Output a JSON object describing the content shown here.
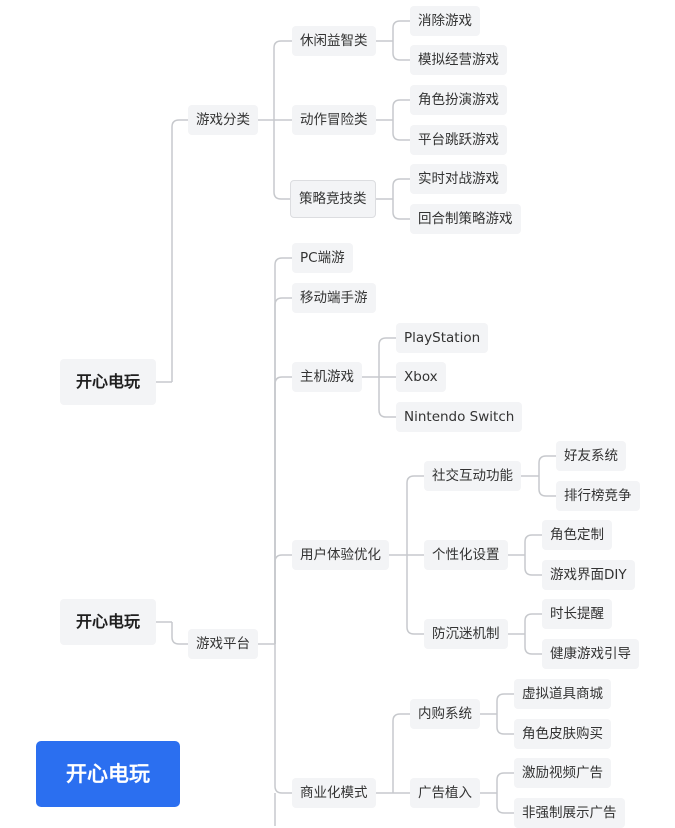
{
  "roots": [
    "开心电玩",
    "开心电玩",
    "开心电玩"
  ],
  "categories": {
    "label": "游戏分类",
    "children": [
      {
        "label": "休闲益智类",
        "children": [
          "消除游戏",
          "模拟经营游戏"
        ]
      },
      {
        "label": "动作冒险类",
        "children": [
          "角色扮演游戏",
          "平台跳跃游戏"
        ]
      },
      {
        "label": "策略竞技类",
        "children": [
          "实时对战游戏",
          "回合制策略游戏"
        ]
      }
    ]
  },
  "platforms": {
    "label": "游戏平台",
    "pc": "PC端游",
    "mobile": "移动端手游",
    "console": {
      "label": "主机游戏",
      "children": [
        "PlayStation",
        "Xbox",
        "Nintendo Switch"
      ]
    },
    "ux": {
      "label": "用户体验优化",
      "children": [
        {
          "label": "社交互动功能",
          "children": [
            "好友系统",
            "排行榜竞争"
          ]
        },
        {
          "label": "个性化设置",
          "children": [
            "角色定制",
            "游戏界面DIY"
          ]
        },
        {
          "label": "防沉迷机制",
          "children": [
            "时长提醒",
            "健康游戏引导"
          ]
        }
      ]
    },
    "business": {
      "label": "商业化模式",
      "children": [
        {
          "label": "内购系统",
          "children": [
            "虚拟道具商城",
            "角色皮肤购买"
          ]
        },
        {
          "label": "广告植入",
          "children": [
            "激励视频广告",
            "非强制展示广告"
          ]
        }
      ]
    }
  },
  "colors": {
    "connector": "#c7c9cd",
    "node_bg": "#f3f4f6",
    "primary": "#2b6ff0"
  }
}
